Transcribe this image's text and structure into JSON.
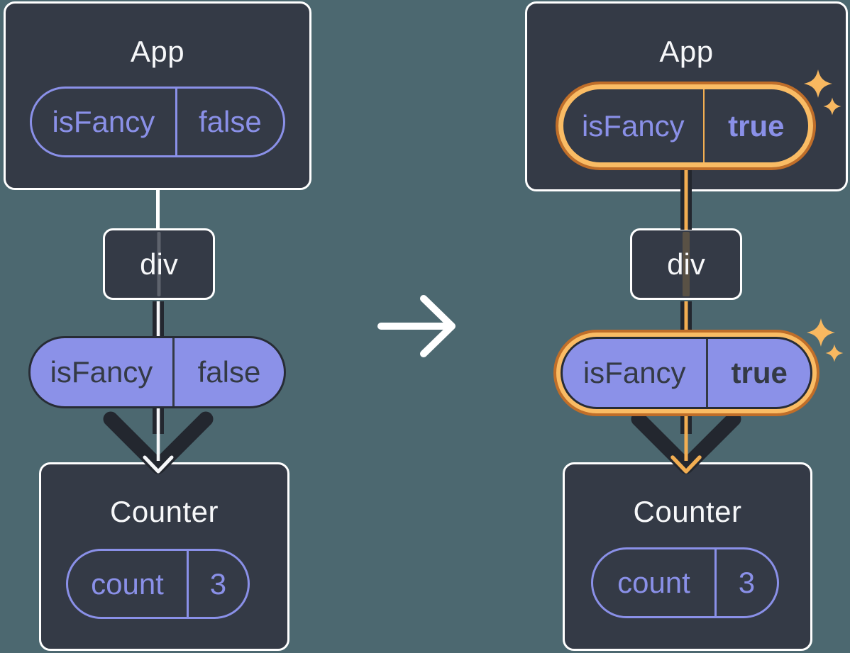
{
  "diagram_description": "React component tree before and after state change: App passes isFancy prop through div to Counter",
  "left": {
    "app": {
      "title": "App",
      "prop_name": "isFancy",
      "prop_value": "false"
    },
    "div_label": "div",
    "passed": {
      "name": "isFancy",
      "value": "false"
    },
    "counter": {
      "title": "Counter",
      "state_name": "count",
      "state_value": "3"
    }
  },
  "right": {
    "app": {
      "title": "App",
      "prop_name": "isFancy",
      "prop_value": "true"
    },
    "div_label": "div",
    "passed": {
      "name": "isFancy",
      "value": "true"
    },
    "counter": {
      "title": "Counter",
      "state_name": "count",
      "state_value": "3"
    }
  },
  "icons": {
    "transition_arrow": "white right arrow between diagrams",
    "prop_flow_arrow": "downward arrow carrying prop to child",
    "sparkle": "four-point star highlight"
  },
  "colors": {
    "background": "#4C6870",
    "card_bg": "#343A46",
    "card_border": "#FFFFFF",
    "purple": "#8A90E8",
    "pill_fill_purple": "#8B91E8",
    "dark_line": "#23272F",
    "dark_text": "#343A45",
    "white_text": "#F6F7F9",
    "orange_line": "#F2AE52",
    "ring_light_orange": "#FABC64",
    "ring_dark_orange": "#C06E29",
    "sparkle": "#F8B860"
  }
}
